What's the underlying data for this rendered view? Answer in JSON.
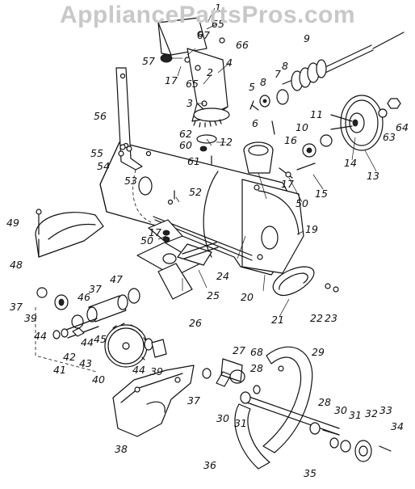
{
  "watermark": "AppliancePartsPros.com",
  "diagram": {
    "part_labels": [
      {
        "id": "p1",
        "text": "1"
      },
      {
        "id": "p2",
        "text": "2"
      },
      {
        "id": "p3",
        "text": "3"
      },
      {
        "id": "p4",
        "text": "4"
      },
      {
        "id": "p5",
        "text": "5"
      },
      {
        "id": "p6",
        "text": "6"
      },
      {
        "id": "p7",
        "text": "7"
      },
      {
        "id": "p8a",
        "text": "8"
      },
      {
        "id": "p8b",
        "text": "8"
      },
      {
        "id": "p9",
        "text": "9"
      },
      {
        "id": "p10",
        "text": "10"
      },
      {
        "id": "p11",
        "text": "11"
      },
      {
        "id": "p12",
        "text": "12"
      },
      {
        "id": "p13",
        "text": "13"
      },
      {
        "id": "p14",
        "text": "14"
      },
      {
        "id": "p15",
        "text": "15"
      },
      {
        "id": "p16",
        "text": "16"
      },
      {
        "id": "p17a",
        "text": "17"
      },
      {
        "id": "p17b",
        "text": "17"
      },
      {
        "id": "p17c",
        "text": "17"
      },
      {
        "id": "p19",
        "text": "19"
      },
      {
        "id": "p20",
        "text": "20"
      },
      {
        "id": "p21",
        "text": "21"
      },
      {
        "id": "p22",
        "text": "22"
      },
      {
        "id": "p23",
        "text": "23"
      },
      {
        "id": "p24",
        "text": "24"
      },
      {
        "id": "p25",
        "text": "25"
      },
      {
        "id": "p26",
        "text": "26"
      },
      {
        "id": "p27",
        "text": "27"
      },
      {
        "id": "p28a",
        "text": "28"
      },
      {
        "id": "p28b",
        "text": "28"
      },
      {
        "id": "p29",
        "text": "29"
      },
      {
        "id": "p30a",
        "text": "30"
      },
      {
        "id": "p30b",
        "text": "30"
      },
      {
        "id": "p31a",
        "text": "31"
      },
      {
        "id": "p31b",
        "text": "31"
      },
      {
        "id": "p32",
        "text": "32"
      },
      {
        "id": "p33",
        "text": "33"
      },
      {
        "id": "p34",
        "text": "34"
      },
      {
        "id": "p35",
        "text": "35"
      },
      {
        "id": "p36",
        "text": "36"
      },
      {
        "id": "p37a",
        "text": "37"
      },
      {
        "id": "p37b",
        "text": "37"
      },
      {
        "id": "p37c",
        "text": "37"
      },
      {
        "id": "p38",
        "text": "38"
      },
      {
        "id": "p39a",
        "text": "39"
      },
      {
        "id": "p39b",
        "text": "39"
      },
      {
        "id": "p40",
        "text": "40"
      },
      {
        "id": "p41",
        "text": "41"
      },
      {
        "id": "p42",
        "text": "42"
      },
      {
        "id": "p43",
        "text": "43"
      },
      {
        "id": "p44a",
        "text": "44"
      },
      {
        "id": "p44b",
        "text": "44"
      },
      {
        "id": "p44c",
        "text": "44"
      },
      {
        "id": "p45",
        "text": "45"
      },
      {
        "id": "p46",
        "text": "46"
      },
      {
        "id": "p47",
        "text": "47"
      },
      {
        "id": "p48",
        "text": "48"
      },
      {
        "id": "p49",
        "text": "49"
      },
      {
        "id": "p50a",
        "text": "50"
      },
      {
        "id": "p50b",
        "text": "50"
      },
      {
        "id": "p52",
        "text": "52"
      },
      {
        "id": "p53",
        "text": "53"
      },
      {
        "id": "p54",
        "text": "54"
      },
      {
        "id": "p55",
        "text": "55"
      },
      {
        "id": "p56",
        "text": "56"
      },
      {
        "id": "p57",
        "text": "57"
      },
      {
        "id": "p60",
        "text": "60"
      },
      {
        "id": "p61",
        "text": "61"
      },
      {
        "id": "p62",
        "text": "62"
      },
      {
        "id": "p63",
        "text": "63"
      },
      {
        "id": "p64",
        "text": "64"
      },
      {
        "id": "p65a",
        "text": "65"
      },
      {
        "id": "p65b",
        "text": "65"
      },
      {
        "id": "p66",
        "text": "66"
      },
      {
        "id": "p67",
        "text": "67"
      },
      {
        "id": "p68",
        "text": "68"
      }
    ]
  },
  "colors": {
    "ink": "#111111",
    "watermark": "#c8c8c8",
    "background": "#ffffff"
  }
}
